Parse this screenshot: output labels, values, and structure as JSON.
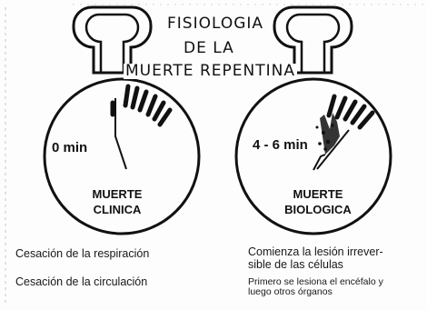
{
  "title": {
    "line1": "FISIOLOGIA",
    "line2": "DE LA",
    "line3": "MUERTE REPENTINA"
  },
  "clock_left": {
    "time": "0 min",
    "stage_line1": "MUERTE",
    "stage_line2": "CLINICA",
    "caption1": "Cesación de la respiración",
    "caption2": "Cesación de la circulación"
  },
  "clock_right": {
    "time": "4 - 6 min",
    "stage_line1": "MUERTE",
    "stage_line2": "BIOLOGICA",
    "caption1_line1": "Comienza la lesión irrever-",
    "caption1_line2": "sible de las células",
    "caption2_line1": "Primero se lesiona el encéfalo y",
    "caption2_line2": "luego otros órganos"
  },
  "colors": {
    "ink": "#111111",
    "paper": "#fdfdfd"
  }
}
